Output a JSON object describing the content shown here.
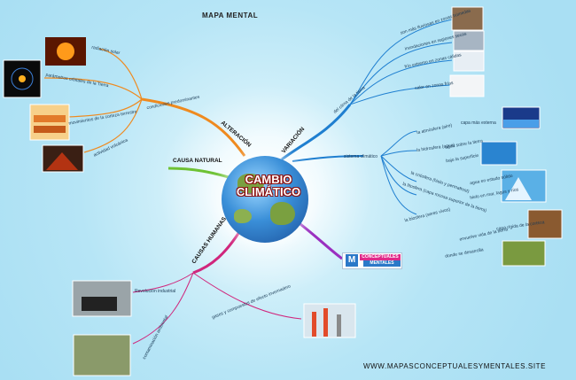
{
  "header": {
    "title": "MAPA MENTAL"
  },
  "footer": {
    "site": "WWW.MAPASCONCEPTUALESYMENTALES.SITE"
  },
  "center": {
    "title_line1": "CAMBIO",
    "title_line2": "CLIMÁTICO"
  },
  "branches": {
    "alteracion": "ALTERACIÓN",
    "variacion": "VARIACIÓN",
    "causa_natural": "CAUSA NATURAL",
    "causas_humanas": "CAUSAS HUMANAS"
  },
  "alteracion": {
    "sub": "condiciones predominantes",
    "items": [
      "radiación solar",
      "parámetros orbitales de la Tierra",
      "movimientos de la corteza terrestre",
      "actividad volcánica"
    ]
  },
  "variacion": {
    "clima": {
      "label": "del clima de la tierra",
      "items": [
        "son más lluviosas en zonas húmedas",
        "inundaciones en regiones secas",
        "frío extremo en zonas cálidas",
        "calor en zonas frías"
      ]
    },
    "sistema": {
      "label": "sistema climático",
      "items": [
        {
          "label": "la atmósfera (aire)",
          "detail": "capa más externa"
        },
        {
          "label": "la hidrosfera (agua)",
          "detail": "agua sobre la tierra",
          "detail2": "bajo la superficie"
        },
        {
          "label": "la criósfera (hielo y permafrost)",
          "detail": "agua en estado sólido"
        },
        {
          "label": "la litosfera (capa rocosa superior de la tierra)",
          "detail": "hielo en mar, lagos y ríos",
          "detail2": "capa rígida de la corteza"
        },
        {
          "label": "la biosfera (seres vivos)",
          "detail": "envuelve vida de la tierra",
          "detail2": "donde se desarrolla"
        }
      ]
    }
  },
  "causas_humanas": {
    "items": [
      "Revolución industrial",
      "contaminación ambiental",
      "gases y compuestos de efecto invernadero"
    ]
  },
  "logo": {
    "line1": "CONCEPTUALES",
    "line2": "MENTALES",
    "mark": "M"
  },
  "colors": {
    "orange": "#ef8a1f",
    "blue": "#1f7fd0",
    "green": "#6ec234",
    "magenta": "#d0267c",
    "purple": "#9a2fc0"
  }
}
